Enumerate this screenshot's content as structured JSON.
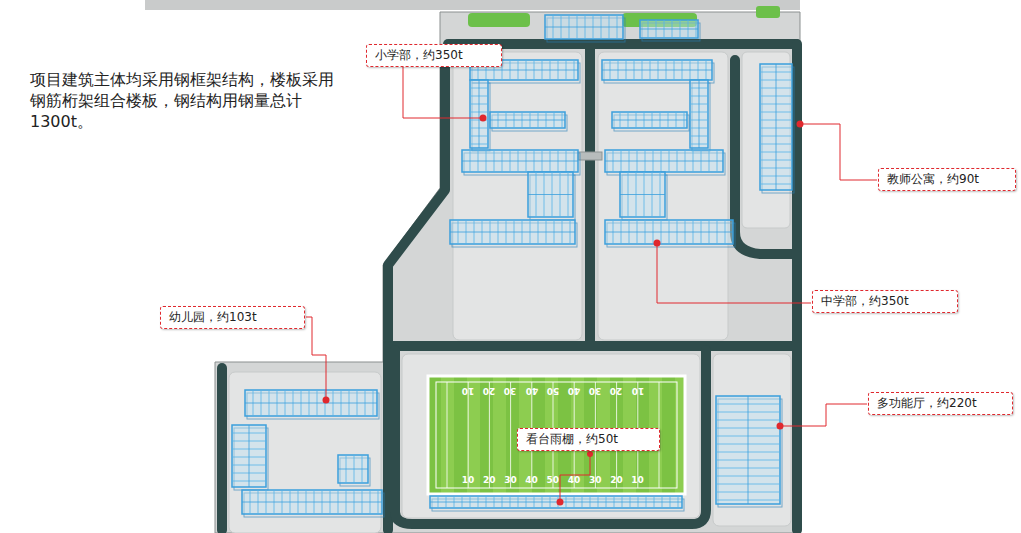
{
  "diagram": {
    "nodes": [
      {
        "text": [
          "小学部，约350t"
        ]
      },
      {
        "text": [
          "教师公寓，约90t"
        ]
      },
      {
        "text": [
          "中学部，约350t"
        ]
      },
      {
        "text": [
          "幼儿园，约103t"
        ]
      },
      {
        "text": [
          "多功能厅，约220t"
        ]
      },
      {
        "text": [
          "看台雨棚，约50t"
        ]
      }
    ],
    "labels": [
      "项目建筑主体均采用钢框架结构，楼板采用钢筋桁架组合楼板，钢结构用钢量总计1300t。",
      "10",
      "20",
      "30",
      "40",
      "50",
      "40",
      "30",
      "20",
      "10",
      "10",
      "20",
      "30",
      "40",
      "50",
      "40",
      "30",
      "20",
      "10"
    ]
  }
}
